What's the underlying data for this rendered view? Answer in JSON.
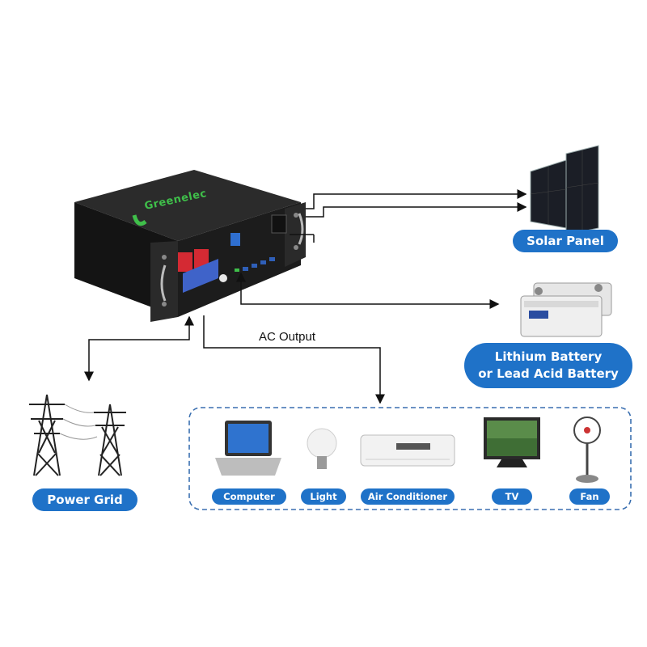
{
  "battery_unit": {
    "brand": "Greenelec"
  },
  "labels": {
    "solar_panel": "Solar Panel",
    "storage_line1": "Lithium Battery",
    "storage_line2": "or Lead Acid Battery",
    "ac_output": "AC Output",
    "power_grid": "Power Grid"
  },
  "appliances": [
    {
      "label": "Computer",
      "icon": "laptop-icon"
    },
    {
      "label": "Light",
      "icon": "light-bulb-icon"
    },
    {
      "label": "Air Conditioner",
      "icon": "air-conditioner-icon"
    },
    {
      "label": "TV",
      "icon": "tv-icon"
    },
    {
      "label": "Fan",
      "icon": "fan-icon"
    }
  ],
  "colors": {
    "label_fill": "#1f72c8",
    "frame_dash": "#3a6fb0",
    "battery_body": "#1c1c1c"
  }
}
